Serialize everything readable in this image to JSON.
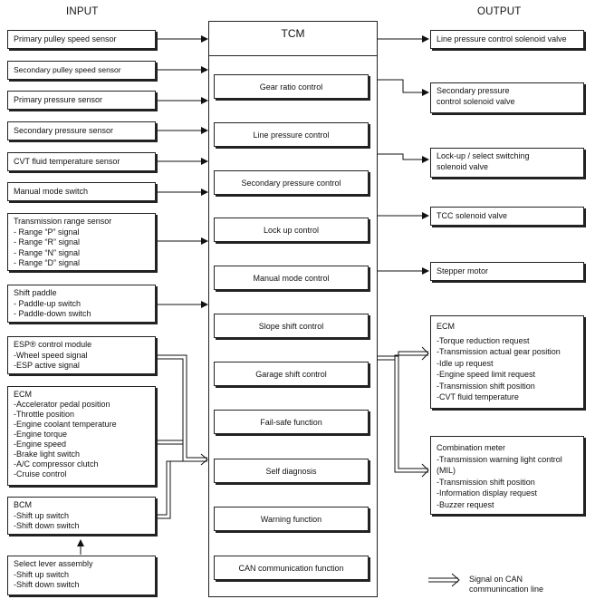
{
  "headers": {
    "input": "INPUT",
    "output": "OUTPUT"
  },
  "tcm": {
    "title": "TCM"
  },
  "inputs": [
    {
      "title": "Primary pulley speed sensor",
      "lines": []
    },
    {
      "title": "Secondary pulley speed sensor",
      "lines": []
    },
    {
      "title": "Primary pressure sensor",
      "lines": []
    },
    {
      "title": "Secondary pressure sensor",
      "lines": []
    },
    {
      "title": "CVT fluid temperature sensor",
      "lines": []
    },
    {
      "title": "Manual mode switch",
      "lines": []
    },
    {
      "title": "Transmission range sensor",
      "lines": [
        "- Range “P” signal",
        "- Range “R” signal",
        "- Range “N” signal",
        "- Range “D” signal"
      ]
    },
    {
      "title": "Shift paddle",
      "lines": [
        "- Paddle-up switch",
        "- Paddle-down switch"
      ]
    },
    {
      "title": "ESP® control module",
      "lines": [
        "-Wheel speed signal",
        "-ESP active signal"
      ]
    },
    {
      "title": "ECM",
      "lines": [
        "-Accelerator pedal position",
        "-Throttle position",
        "-Engine coolant temperature",
        "-Engine torque",
        "-Engine speed",
        "-Brake light switch",
        "-A/C compressor clutch",
        "-Cruise control"
      ]
    },
    {
      "title": "BCM",
      "lines": [
        "-Shift up switch",
        "-Shift down switch"
      ]
    },
    {
      "title": "Select lever assembly",
      "lines": [
        "-Shift up switch",
        "-Shift down switch"
      ]
    }
  ],
  "functions": [
    "Gear ratio control",
    "Line pressure control",
    "Secondary pressure control",
    "Lock up control",
    "Manual mode control",
    "Slope shift control",
    "Garage shift control",
    "Fail-safe function",
    "Self diagnosis",
    "Warning function",
    "CAN communication function"
  ],
  "outputs": [
    {
      "title": "Line pressure control solenoid valve",
      "lines": []
    },
    {
      "title": "Secondary pressure",
      "lines": [
        "control solenoid valve"
      ]
    },
    {
      "title": "Lock-up / select switching",
      "lines": [
        "solenoid valve"
      ]
    },
    {
      "title": "TCC solenoid valve",
      "lines": []
    },
    {
      "title": "Stepper motor",
      "lines": []
    },
    {
      "title": "ECM",
      "lines": [
        "-Torque reduction request",
        "-Transmission actual gear position",
        "-Idle up request",
        "-Engine speed limit request",
        "-Transmission shift position",
        "-CVT fluid temperature"
      ]
    },
    {
      "title": "Combination meter",
      "lines": [
        "-Transmission warning light control",
        "(MIL)",
        "-Transmission shift position",
        "-Information display request",
        "-Buzzer request"
      ]
    }
  ],
  "legend": {
    "line1": "Signal on CAN",
    "line2": "communincation line"
  }
}
